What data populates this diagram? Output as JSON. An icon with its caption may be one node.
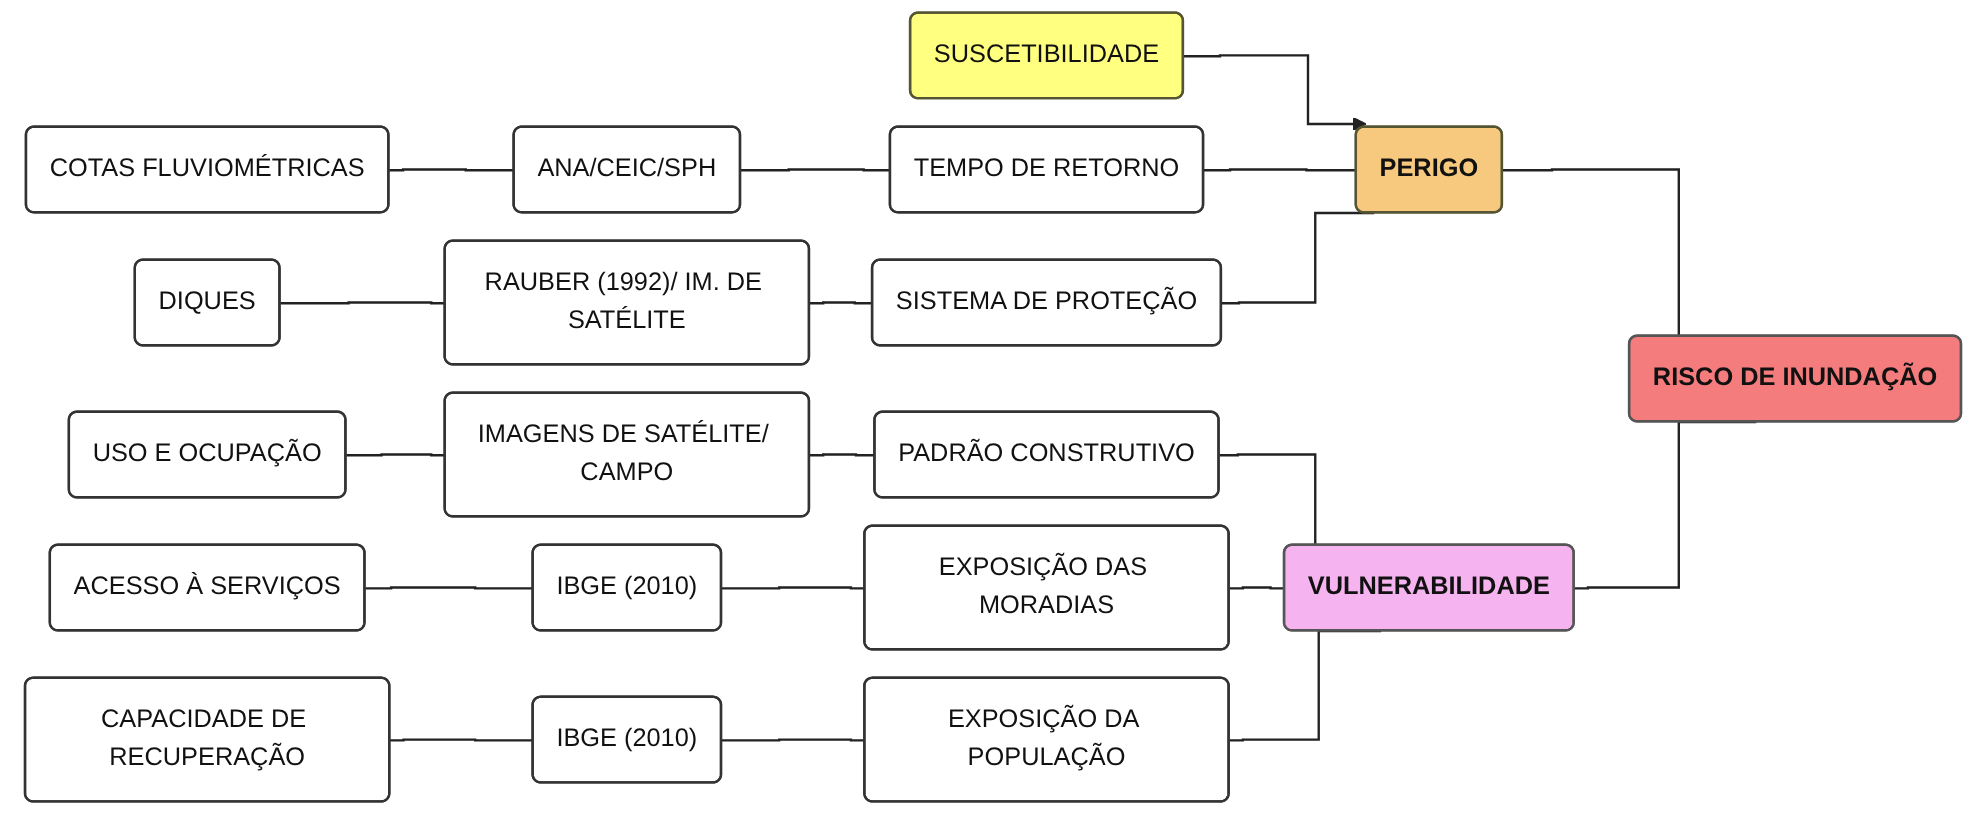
{
  "diagram": {
    "nodes": [
      {
        "text": [
          "SUSCETIBILIDADE"
        ]
      },
      {
        "text": [
          "COTAS FLUVIOMÉTRICAS"
        ]
      },
      {
        "text": [
          "ANA/CEIC/SPH"
        ]
      },
      {
        "text": [
          "TEMPO DE RETORNO"
        ]
      },
      {
        "text": [
          "PERIGO"
        ]
      },
      {
        "text": [
          "DIQUES"
        ]
      },
      {
        "text": [
          "RAUBER (1992)/ IM. DE SATÉLITE"
        ]
      },
      {
        "text": [
          "SISTEMA DE PROTEÇÃO"
        ]
      },
      {
        "text": [
          "USO E OCUPAÇÃO"
        ]
      },
      {
        "text": [
          "IMAGENS DE SATÉLITE/ CAMPO"
        ]
      },
      {
        "text": [
          "PADRÃO CONSTRUTIVO"
        ]
      },
      {
        "text": [
          "RISCO DE INUNDAÇÃO"
        ]
      },
      {
        "text": [
          "ACESSO À SERVIÇOS"
        ]
      },
      {
        "text": [
          "IBGE (2010)"
        ]
      },
      {
        "text": [
          "EXPOSIÇÃO DAS MORADIAS"
        ]
      },
      {
        "text": [
          "VULNERABILIDADE"
        ]
      },
      {
        "text": [
          "CAPACIDADE DE RECUPERAÇÃO"
        ]
      },
      {
        "text": [
          "IBGE (2010)"
        ]
      },
      {
        "text": [
          "EXPOSIÇÃO DA POPULAÇÃO"
        ]
      }
    ],
    "edges": [
      {
        "from": 0,
        "to": 4,
        "arrow": "to"
      },
      {
        "from": 1,
        "to": 2,
        "arrow": "none"
      },
      {
        "from": 2,
        "to": 3,
        "arrow": "none"
      },
      {
        "from": 3,
        "to": 4,
        "arrow": "none"
      },
      {
        "from": 5,
        "to": 6,
        "arrow": "none"
      },
      {
        "from": 6,
        "to": 7,
        "arrow": "none"
      },
      {
        "from": 7,
        "to": 4,
        "arrow": "none"
      },
      {
        "from": 8,
        "to": 9,
        "arrow": "none"
      },
      {
        "from": 9,
        "to": 10,
        "arrow": "none"
      },
      {
        "from": 10,
        "to": 15,
        "arrow": "none"
      },
      {
        "from": 12,
        "to": 13,
        "arrow": "none"
      },
      {
        "from": 13,
        "to": 14,
        "arrow": "none"
      },
      {
        "from": 14,
        "to": 15,
        "arrow": "none"
      },
      {
        "from": 16,
        "to": 17,
        "arrow": "none"
      },
      {
        "from": 17,
        "to": 18,
        "arrow": "none"
      },
      {
        "from": 18,
        "to": 15,
        "arrow": "none"
      },
      {
        "from": 4,
        "to": 11,
        "arrow": "none"
      },
      {
        "from": 15,
        "to": 11,
        "arrow": "none"
      }
    ]
  }
}
